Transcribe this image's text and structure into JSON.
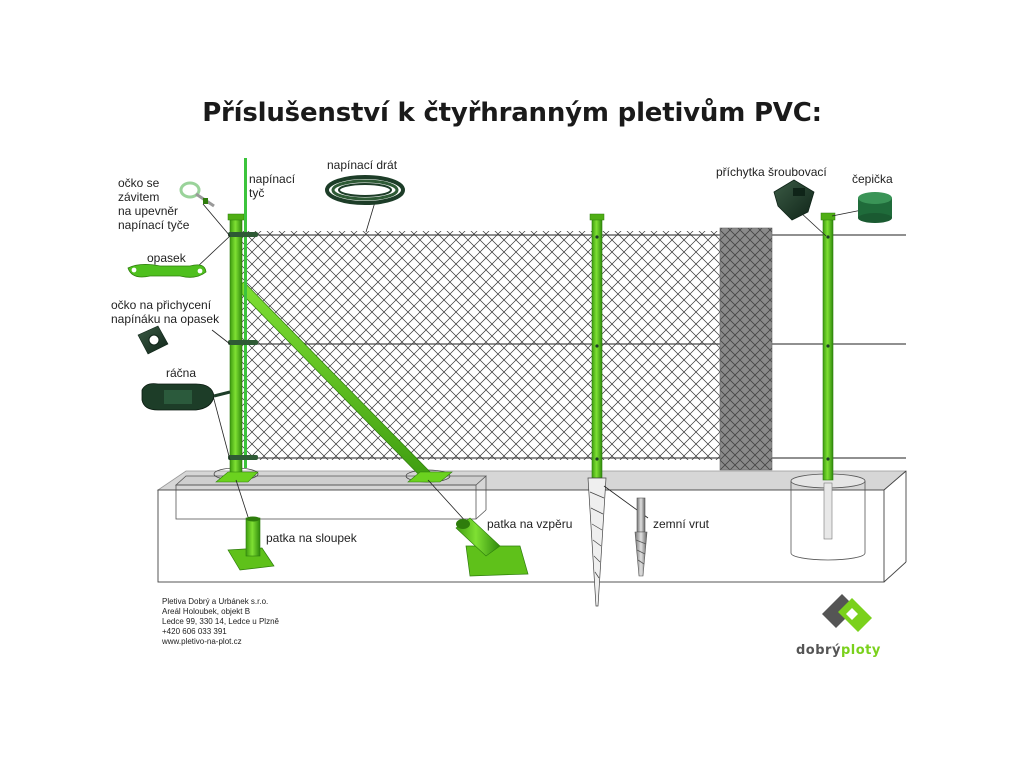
{
  "title": "Příslušenství k čtyřhranným pletivům PVC:",
  "labels": {
    "ocko_se_zavitem": "očko se\nzávitem\nna upevněr\nnapínací tyče",
    "napinaci_tyc": "napínací\ntyč",
    "napinaci_drat": "napínací drát",
    "prichytka": "příchytka šroubovací",
    "cepicka": "čepička",
    "opasek": "opasek",
    "ocko_napinak": "očko na přichycení\nnapínáku na opasek",
    "racna": "ráčna",
    "patka_sloupek": "patka na sloupek",
    "patka_vzperu": "patka na vzpěru",
    "zemni_vrut": "zemní vrut"
  },
  "company": {
    "lines": [
      "Pletiva Dobrý a Urbánek s.r.o.",
      "Areál Holoubek, objekt B",
      "Ledce 99, 330 14, Ledce u Plzně",
      "+420  606 033 391",
      "www.pletivo-na-plot.cz"
    ]
  },
  "brand": {
    "part1": "dobrý",
    "part2": "ploty"
  },
  "colors": {
    "post_green": "#5fc11a",
    "post_dark": "#2e7d0c",
    "accessory_dark": "#1d3d28",
    "concrete_top": "#d9d9d9",
    "mesh_line": "#333333",
    "title": "#1a1a1a",
    "brand_gray": "#555555",
    "brand_green": "#7ad11c"
  },
  "icons": [
    "eye-bolt-icon",
    "wire-coil-icon",
    "clamp-icon",
    "cap-icon",
    "strap-icon",
    "tensioner-eye-icon",
    "ratchet-icon",
    "post-foot-icon",
    "strut-foot-icon",
    "ground-screw-icon",
    "brand-logo-icon"
  ]
}
